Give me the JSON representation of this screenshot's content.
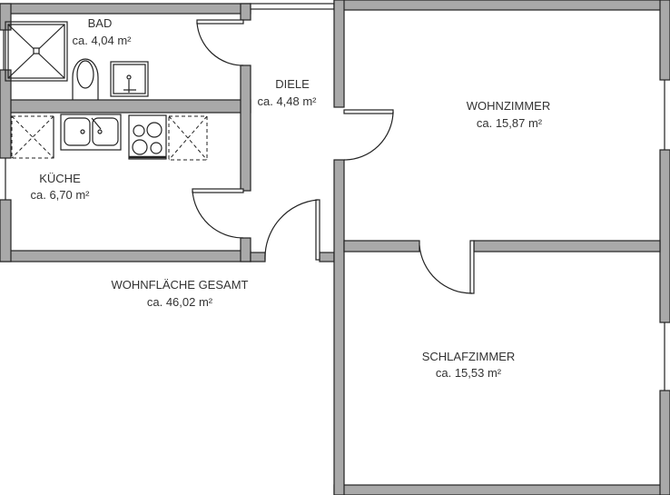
{
  "rooms": {
    "bad": {
      "name": "BAD",
      "area": "ca. 4,04 m²"
    },
    "diele": {
      "name": "DIELE",
      "area": "ca. 4,48 m²"
    },
    "kueche": {
      "name": "KÜCHE",
      "area": "ca. 6,70 m²"
    },
    "wohnzimmer": {
      "name": "WOHNZIMMER",
      "area": "ca. 15,87 m²"
    },
    "schlafzimmer": {
      "name": "SCHLAFZIMMER",
      "area": "ca. 15,53 m²"
    }
  },
  "total": {
    "label": "WOHNFLÄCHE GESAMT",
    "area": "ca. 46,02 m²"
  },
  "colors": {
    "wall": "#a9a9a9",
    "outline": "#222222",
    "background": "#ffffff"
  }
}
